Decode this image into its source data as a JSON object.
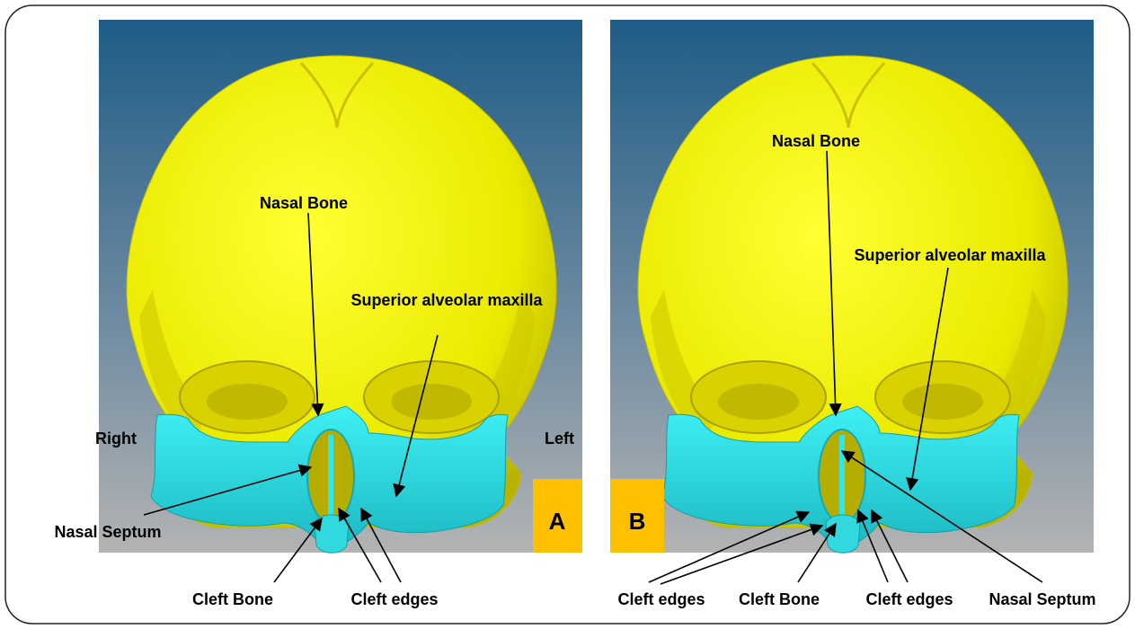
{
  "colors": {
    "skull": "#f2f200",
    "skull_shade": "#b9b300",
    "maxilla": "#2ee6ec",
    "maxilla_shade": "#17a9b3",
    "bg_top": "#1f5c86",
    "bg_bottom": "#b3b3b3",
    "badge": "#ffc000"
  },
  "panel_a": {
    "letter": "A",
    "labels": {
      "nasal_bone": "Nasal Bone",
      "superior_alveolar_maxilla": "Superior alveolar maxilla",
      "right": "Right",
      "left": "Left",
      "nasal_septum": "Nasal Septum",
      "cleft_bone": "Cleft Bone",
      "cleft_edges": "Cleft edges"
    }
  },
  "panel_b": {
    "letter": "B",
    "labels": {
      "nasal_bone": "Nasal Bone",
      "superior_alveolar_maxilla": "Superior alveolar maxilla",
      "cleft_edges_left": "Cleft edges",
      "cleft_bone": "Cleft Bone",
      "cleft_edges_right": "Cleft edges",
      "nasal_septum": "Nasal Septum"
    }
  }
}
